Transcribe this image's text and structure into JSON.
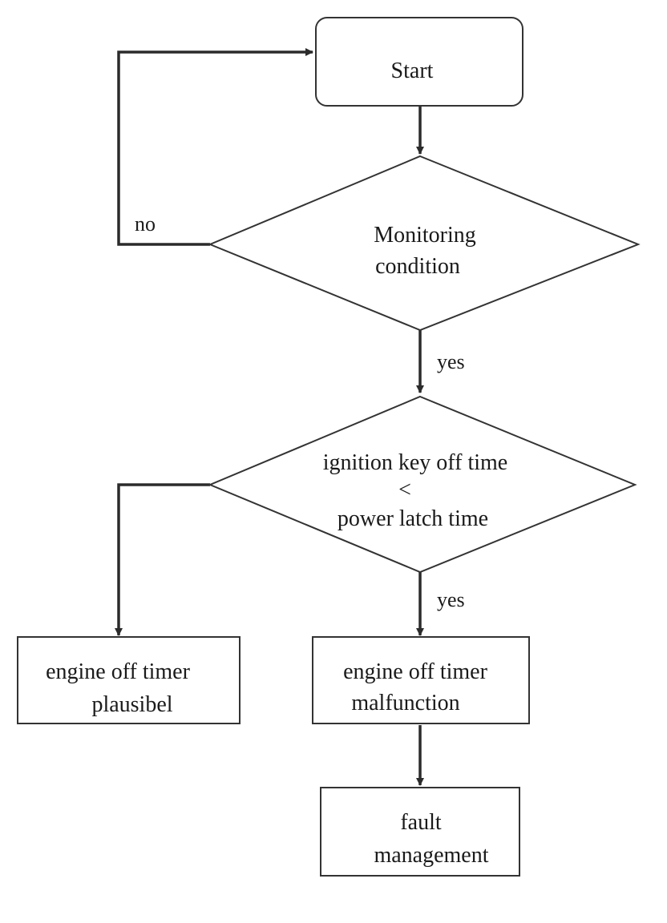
{
  "nodes": {
    "start": {
      "label": "Start"
    },
    "monitoring": {
      "lines": [
        "Monitoring",
        "condition"
      ]
    },
    "ignition_check": {
      "lines": [
        "ignition key off time",
        "<",
        "power latch time"
      ]
    },
    "plausible": {
      "lines": [
        "engine off timer",
        "plausibel"
      ]
    },
    "malfunction": {
      "lines": [
        "engine off timer",
        "malfunction"
      ]
    },
    "fault": {
      "lines": [
        "fault",
        "management"
      ]
    }
  },
  "edges": {
    "monitoring_no": "no",
    "monitoring_yes": "yes",
    "ignition_yes": "yes"
  }
}
